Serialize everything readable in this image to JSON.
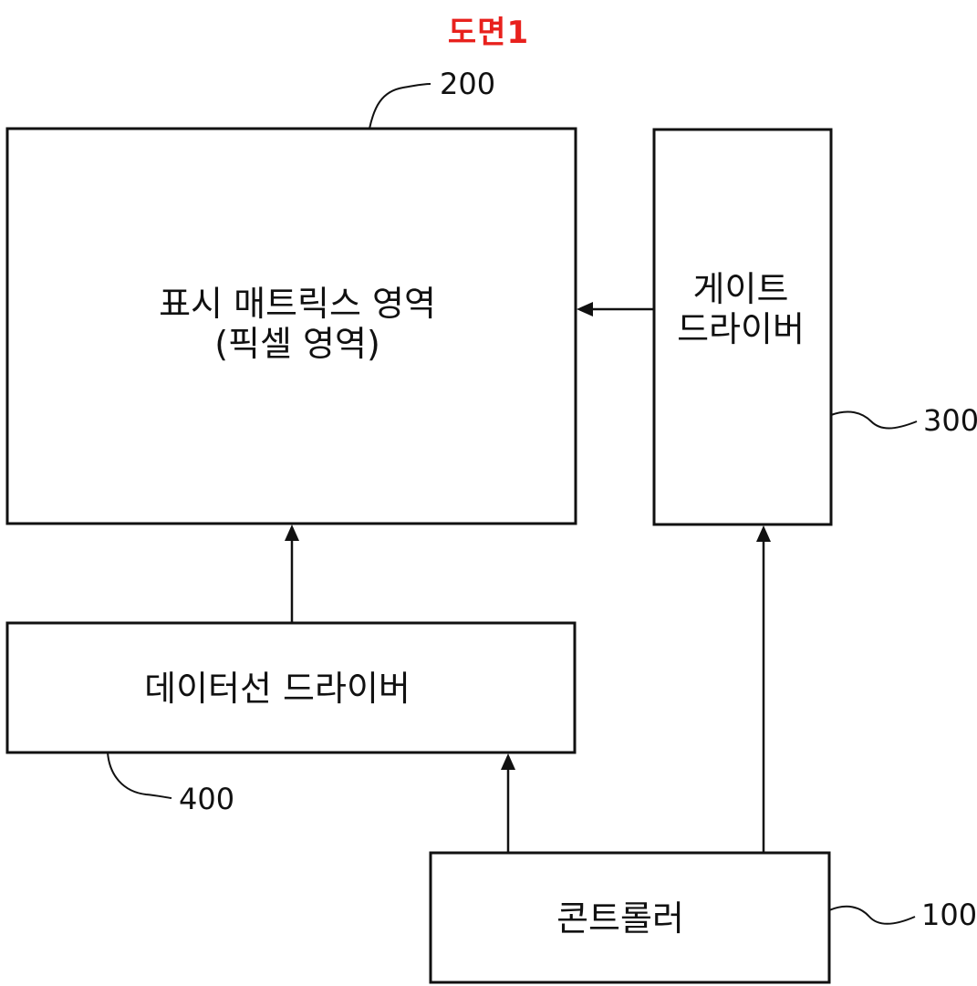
{
  "title": "도면1",
  "blocks": {
    "display": {
      "line1": "표시 매트릭스 영역",
      "line2": "(픽셀 영역)",
      "ref": "200"
    },
    "gate_driver": {
      "line1": "게이트",
      "line2": "드라이버",
      "ref": "300"
    },
    "data_driver": {
      "label": "데이터선 드라이버",
      "ref": "400"
    },
    "controller": {
      "label": "콘트롤러",
      "ref": "100"
    }
  },
  "colors": {
    "title": "#e8211d",
    "line": "#111111",
    "background": "#ffffff"
  }
}
